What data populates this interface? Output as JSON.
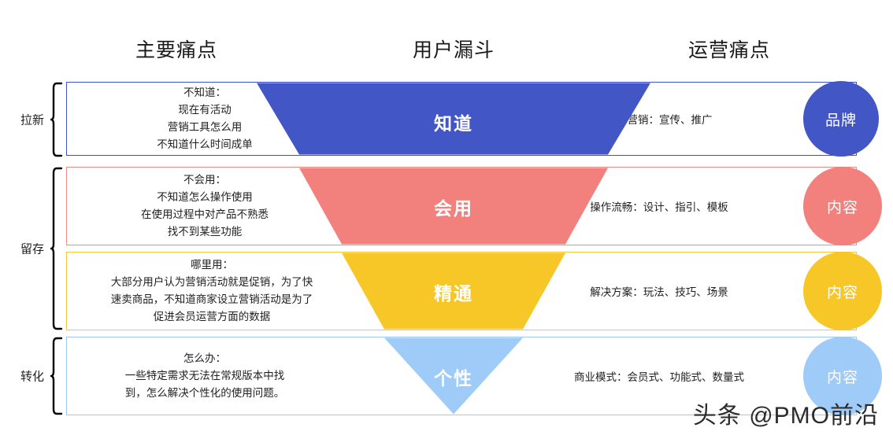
{
  "headers": {
    "left": "主要痛点",
    "center": "用户漏斗",
    "right": "运营痛点"
  },
  "stages": [
    {
      "brace_label": "拉新",
      "pain_lines": [
        "不知道：",
        "现在有活动",
        "营销工具怎么用",
        "不知道什么时间成单"
      ],
      "funnel_label": "知道",
      "ops_text": "认知营销：宣传、推广",
      "circle_label": "品牌",
      "color": "#4356c6",
      "border_color": "#3f51c5"
    },
    {
      "brace_label": "留存",
      "pain_lines": [
        "不会用：",
        "不知道怎么操作使用",
        "在使用过程中对产品不熟悉",
        "找不到某些功能"
      ],
      "funnel_label": "会用",
      "ops_text": "操作流畅：设计、指引、模板",
      "circle_label": "内容",
      "color": "#f2807d",
      "border_color": "#f08a87"
    },
    {
      "brace_label": "",
      "pain_lines": [
        "哪里用：",
        "大部分用户认为营销活动就是促销，为了快",
        "速卖商品，不知道商家设立营销活动是为了",
        "促进会员运营方面的数据"
      ],
      "funnel_label": "精通",
      "ops_text": "解决方案：玩法、技巧、场景",
      "circle_label": "内容",
      "color": "#f7c728",
      "border_color": "#f5c63d"
    },
    {
      "brace_label": "转化",
      "pain_lines": [
        "怎么办：",
        "一些特定需求无法在常规版本中找",
        "到，怎么解决个性化的使用问题。"
      ],
      "funnel_label": "个性",
      "ops_text": "商业模式：会员式、功能式、数量式",
      "circle_label": "内容",
      "color": "#9ecbf7",
      "border_color": "#9dc7f5"
    }
  ],
  "braces": [
    {
      "label": "拉新"
    },
    {
      "label": "留存"
    },
    {
      "label": "转化"
    }
  ],
  "watermark": "头条 @PMO前沿",
  "colors": {
    "stage1": "#4356c6",
    "stage2": "#f2807d",
    "stage3": "#f7c728",
    "stage4": "#9ecbf7",
    "text": "#1f1f1f"
  }
}
